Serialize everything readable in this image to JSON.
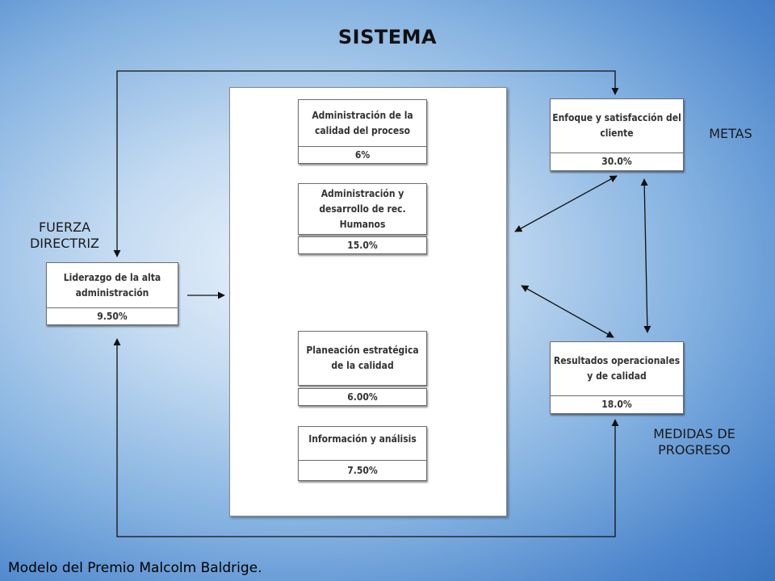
{
  "title": "SISTEMA",
  "labels": {
    "fuerza_directriz": "FUERZA\nDIRECTRIZ",
    "metas": "METAS",
    "medidas": "MEDIDAS DE\nPROGRESO"
  },
  "caption": "Modelo del Premio Malcolm Baldrige.",
  "boxes": {
    "liderazgo": {
      "text": "Liderazgo de la alta administración",
      "pct": "9.50%"
    },
    "proceso": {
      "text": "Administración de la calidad del proceso",
      "pct": "6%"
    },
    "rrhh": {
      "text": "Administración y desarrollo de rec. Humanos",
      "pct": "15.0%"
    },
    "planeacion": {
      "text": "Planeación estratégica de la calidad",
      "pct": "6.00%"
    },
    "informacion": {
      "text": "Información y análisis",
      "pct": "7.50%"
    },
    "cliente": {
      "text": "Enfoque y satisfacción del cliente",
      "pct": "30.0%"
    },
    "resultados": {
      "text": "Resultados operacionales y de calidad",
      "pct": "18.0%"
    }
  }
}
